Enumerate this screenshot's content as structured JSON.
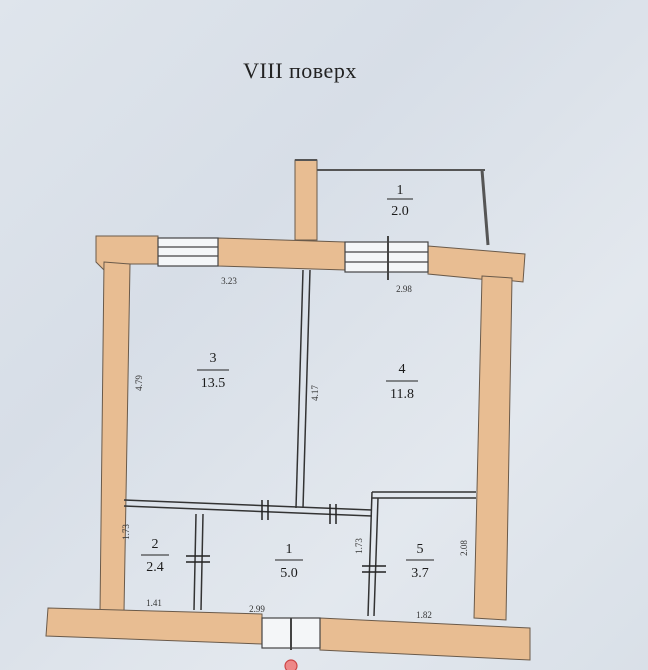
{
  "floor_title": "VIII поверх",
  "rooms": [
    {
      "number": "1",
      "area": "2.0"
    },
    {
      "number": "3",
      "area": "13.5"
    },
    {
      "number": "4",
      "area": "11.8"
    },
    {
      "number": "2",
      "area": "2.4"
    },
    {
      "number": "1",
      "area": "5.0"
    },
    {
      "number": "5",
      "area": "3.7"
    }
  ],
  "dimensions": {
    "d_323": "3.23",
    "d_298": "2.98",
    "d_479": "4.79",
    "d_417": "4.17",
    "d_173a": "1.73",
    "d_173b": "1.73",
    "d_208": "2.08",
    "d_141": "1.41",
    "d_299": "2.99",
    "d_182": "1.82"
  },
  "colors": {
    "wall_fill": "#e8bd92",
    "wall_stroke": "#6a5a4a",
    "line": "#333333"
  }
}
